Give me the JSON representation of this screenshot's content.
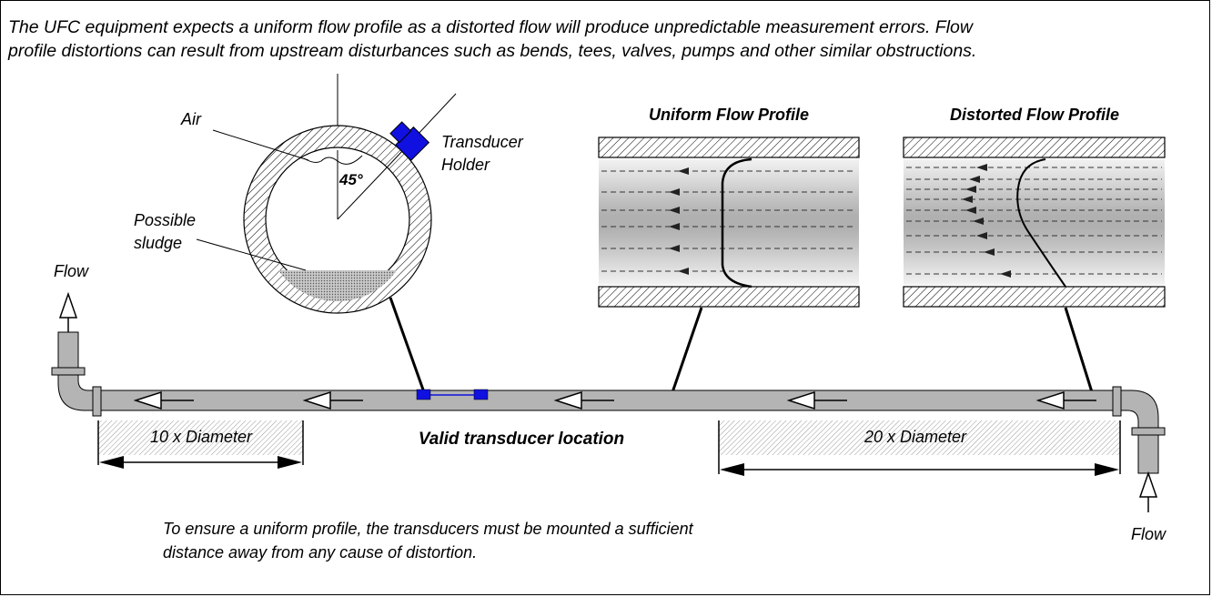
{
  "intro": {
    "line1": "The UFC equipment expects a uniform flow profile as a distorted flow will produce unpredictable measurement errors. Flow",
    "line2": "profile distortions can result from upstream disturbances such as bends, tees, valves, pumps and other similar obstructions."
  },
  "labels": {
    "air": "Air",
    "transducer_line1": "Transducer",
    "transducer_line2": "Holder",
    "angle": "45°",
    "sludge_line1": "Possible",
    "sludge_line2": "sludge",
    "uniform_title": "Uniform Flow Profile",
    "distorted_title": "Distorted Flow Profile",
    "flow_left": "Flow",
    "flow_right": "Flow",
    "dim_left": "10 x Diameter",
    "dim_right": "20 x Diameter",
    "valid_location": "Valid transducer location",
    "footnote_line1": "To ensure a uniform profile, the transducers must be mounted a sufficient",
    "footnote_line2": "distance away from any cause of distortion."
  },
  "colors": {
    "pipe": "#b4b4b4",
    "transducer": "#1010e0",
    "sludge": "#aaaaaa"
  }
}
